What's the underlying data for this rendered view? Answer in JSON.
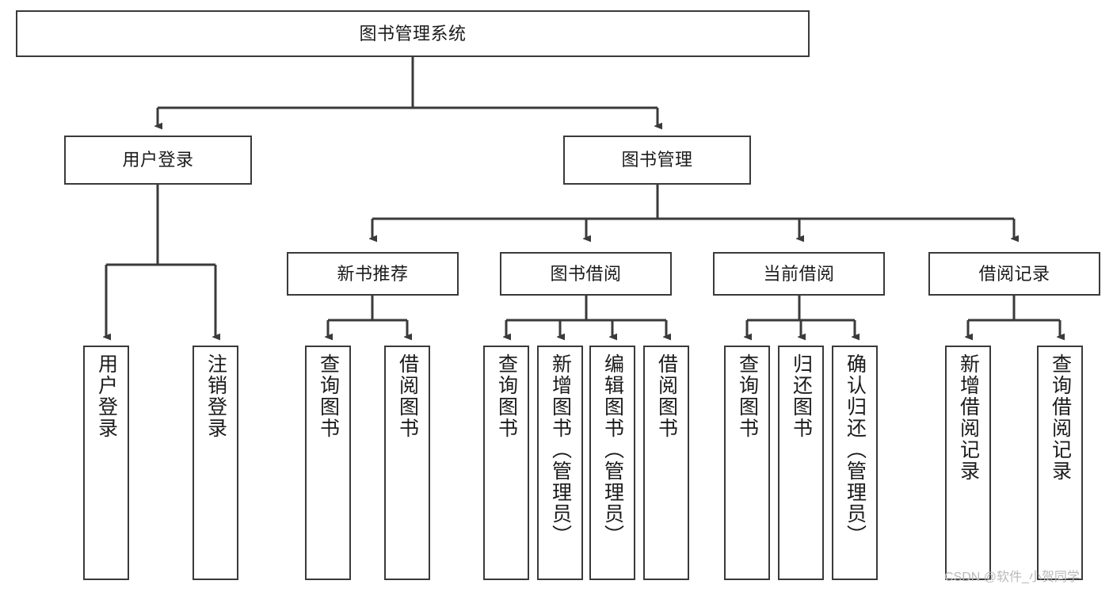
{
  "diagram": {
    "title_node": {
      "id": "root",
      "label": "图书管理系统"
    },
    "level2": [
      {
        "id": "login",
        "label": "用户登录"
      },
      {
        "id": "bookmgr",
        "label": "图书管理"
      }
    ],
    "level3": [
      {
        "id": "newbook",
        "label": "新书推荐"
      },
      {
        "id": "borrow",
        "label": "图书借阅"
      },
      {
        "id": "current",
        "label": "当前借阅"
      },
      {
        "id": "records",
        "label": "借阅记录"
      }
    ],
    "leaves": {
      "login": [
        {
          "id": "login-user",
          "label": "用户登录"
        },
        {
          "id": "login-logout",
          "label": "注销登录"
        }
      ],
      "newbook": [
        {
          "id": "new-query",
          "label": "查询图书"
        },
        {
          "id": "new-borrow",
          "label": "借阅图书"
        }
      ],
      "borrow": [
        {
          "id": "borrow-query",
          "label": "查询图书"
        },
        {
          "id": "borrow-add",
          "label": "新增图书（管理员）"
        },
        {
          "id": "borrow-edit",
          "label": "编辑图书（管理员）"
        },
        {
          "id": "borrow-lend",
          "label": "借阅图书"
        }
      ],
      "current": [
        {
          "id": "cur-query",
          "label": "查询图书"
        },
        {
          "id": "cur-return",
          "label": "归还图书"
        },
        {
          "id": "cur-confirm",
          "label": "确认归还（管理员）"
        }
      ],
      "records": [
        {
          "id": "rec-add",
          "label": "新增借阅记录"
        },
        {
          "id": "rec-query",
          "label": "查询借阅记录"
        }
      ]
    },
    "watermark": "CSDN @软件_小贺同学",
    "colors": {
      "box_border": "#3a3a3a",
      "box_fill": "#ffffff",
      "edge": "#3a3a3a",
      "text": "#1b1b1b",
      "watermark": "#b9b9b9"
    }
  }
}
